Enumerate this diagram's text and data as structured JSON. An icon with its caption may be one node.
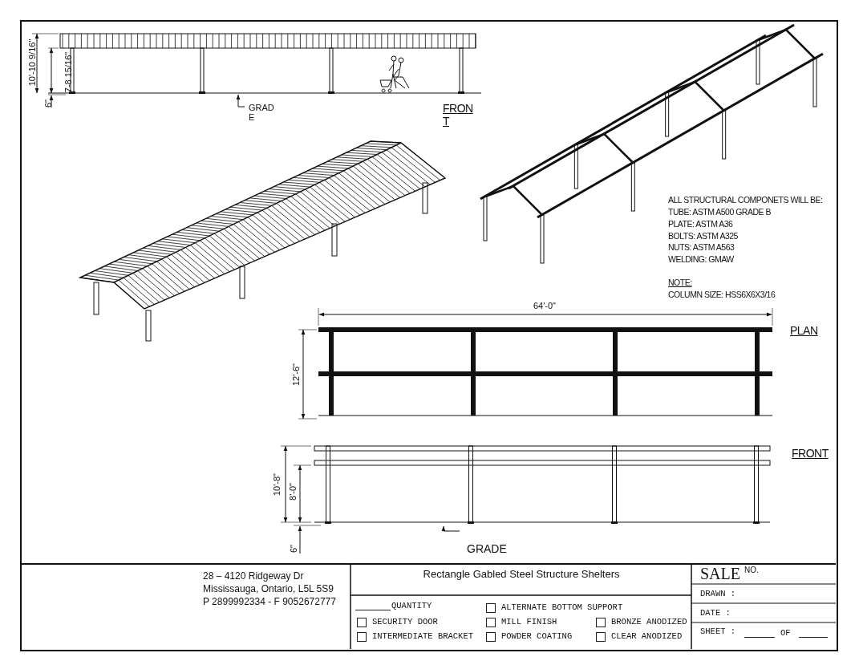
{
  "diagram": {
    "title": "Rectangle Gabled Steel Structure Shelters",
    "labels": [
      "10'-10 9/16\"",
      "7-8 15/16\"",
      "6\"",
      "GRAD E",
      "FRON T",
      "ALL STRUCTURAL COMPONETS WILL BE:",
      "TUBE: ASTM A500 GRADE B",
      "PLATE: ASTM A36",
      "BOLTS: ASTM A325",
      "NUTS: ASTM A563",
      "WELDING: GMAW",
      "NOTE:",
      "COLUMN SIZE: HSS6X6X3/16",
      "64'-0\"",
      "PLAN",
      "12'-6\"",
      "FRONT",
      "10'-8\"",
      "8'-0\"",
      "6\"",
      "GRADE",
      "28 – 4120 Ridgeway Dr",
      "Mississauga, Ontario, L5L 5S9",
      "P 2899992334 - F 9052672777",
      "SALE $^{NO.}$",
      "DRAWN :",
      "DATE :",
      "SHEET :",
      "OF",
      "QUANTITY",
      "ALTERNATE BOTTOM SUPPORT",
      "SECURITY DOOR",
      "MILL FINISH",
      "BRONZE ANODIZED",
      "INTERMEDIATE BRACKET",
      "POWDER COATING",
      "CLEAR ANODIZED"
    ]
  }
}
